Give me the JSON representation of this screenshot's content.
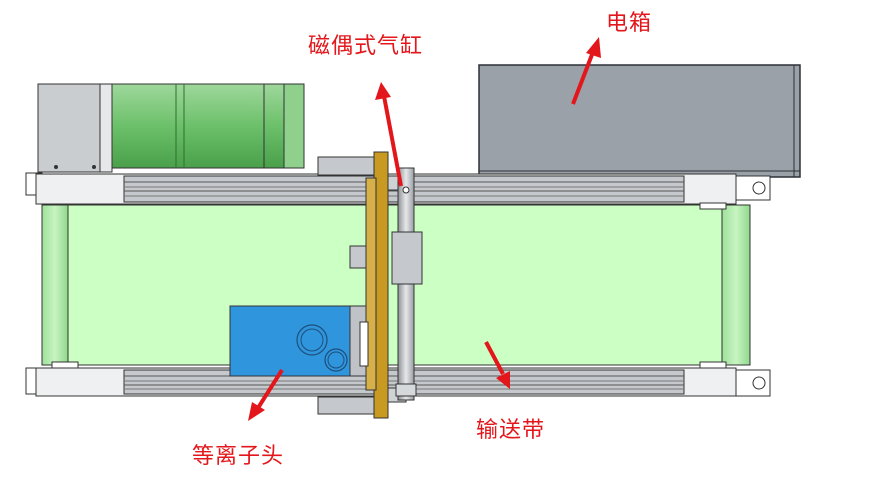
{
  "labels": {
    "magnetic_cylinder": "磁偶式气缸",
    "electric_box": "电箱",
    "conveyor_belt": "输送带",
    "plasma_head": "等离子头"
  },
  "colors": {
    "annotation": "#e3171b",
    "belt": "#ccffc4",
    "motor": "#72c472",
    "electric_box": "#9aa1a9",
    "plasma_head": "#2f95dd",
    "bracket": "#c99a22",
    "rail": "#bfc3c7"
  },
  "icons": [
    "arrow-icon"
  ]
}
